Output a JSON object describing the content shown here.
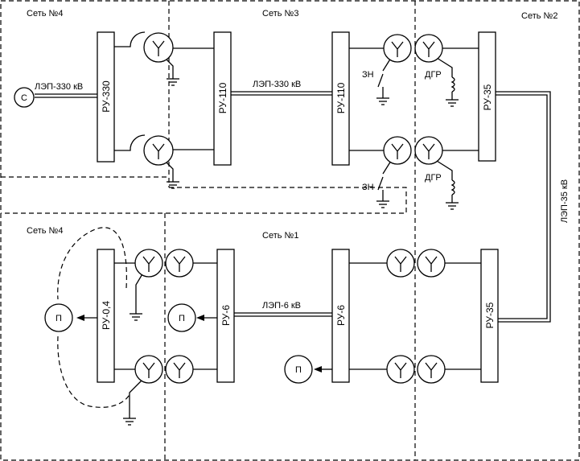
{
  "networks": {
    "net4_top": "Сеть №4",
    "net3": "Сеть №3",
    "net2": "Сеть №2",
    "net4_bottom": "Сеть №4",
    "net1": "Сеть №1"
  },
  "buses": {
    "ru330": "РУ-330",
    "ru110_left": "РУ-110",
    "ru110_right": "РУ-110",
    "ru35_top": "РУ-35",
    "ru04": "РУ-0,4",
    "ru6_left": "РУ-6",
    "ru6_right": "РУ-6",
    "ru35_bottom": "РУ-35"
  },
  "lines": {
    "lep330_source": "ЛЭП-330 кВ",
    "lep330_link": "ЛЭП-330 кВ",
    "lep35": "ЛЭП-35 кВ",
    "lep6": "ЛЭП-6 кВ"
  },
  "components": {
    "source": "С",
    "zn_top": "ЗН",
    "zn_bottom": "ЗН",
    "dgr_top": "ДГР",
    "dgr_bottom": "ДГР",
    "load_ru04": "П",
    "load_ru6_left": "П",
    "load_ru6_right": "П"
  }
}
